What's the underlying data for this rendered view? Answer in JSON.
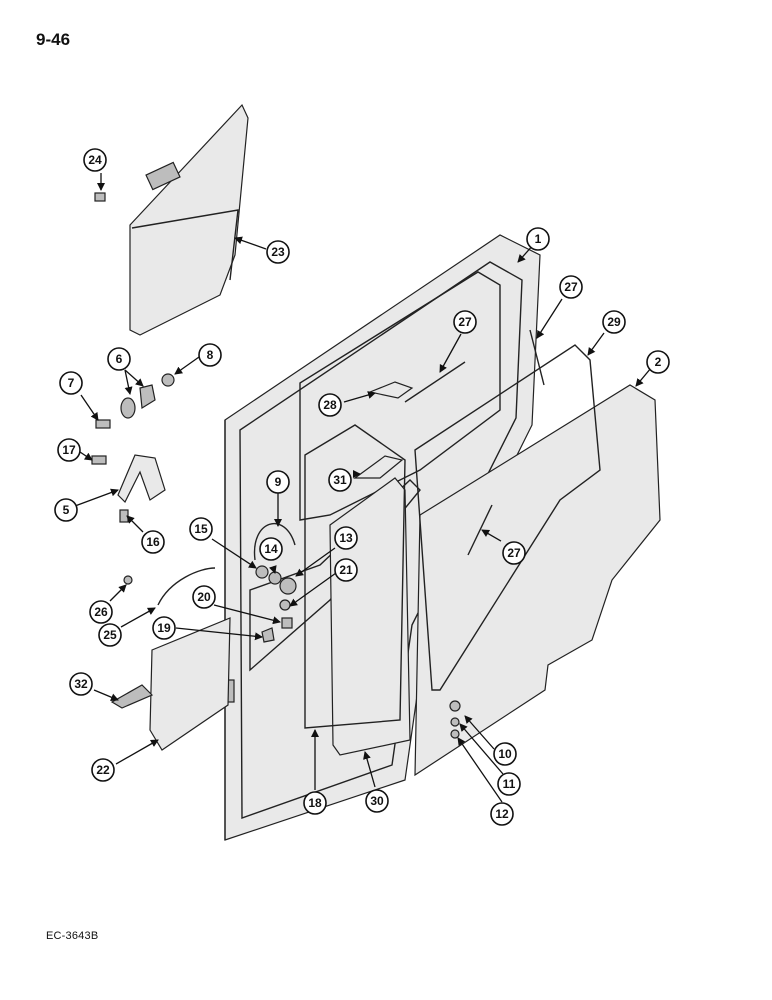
{
  "page": {
    "number": "9-46",
    "figure_code": "EC-3643B"
  },
  "callouts": [
    "1",
    "2",
    "5",
    "6",
    "7",
    "8",
    "9",
    "10",
    "11",
    "12",
    "13",
    "14",
    "15",
    "16",
    "17",
    "18",
    "19",
    "20",
    "21",
    "22",
    "23",
    "24",
    "25",
    "26",
    "27",
    "27",
    "27",
    "28",
    "29",
    "30",
    "31",
    "32"
  ]
}
